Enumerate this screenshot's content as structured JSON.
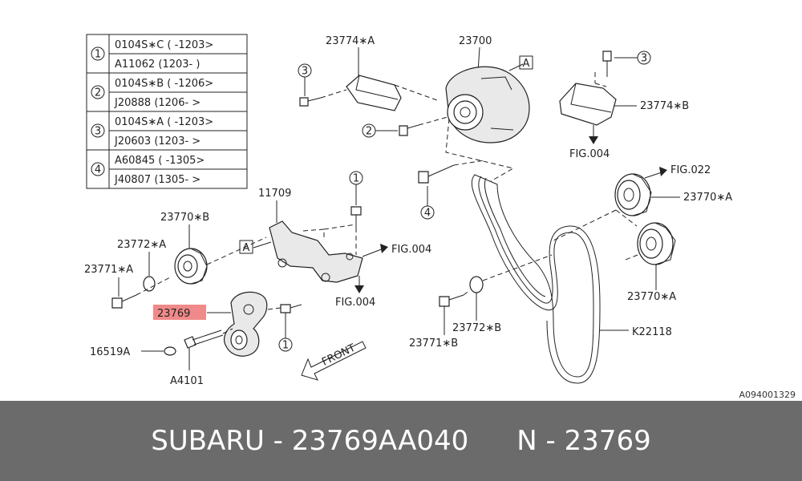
{
  "table": {
    "rows": [
      {
        "num": "1",
        "a": "0104S∗C ( -1203>",
        "b": "A11062  (1203- )"
      },
      {
        "num": "2",
        "a": "0104S∗B ( -1206>",
        "b": "J20888  (1206- >"
      },
      {
        "num": "3",
        "a": "0104S∗A ( -1203>",
        "b": "J20603  (1203- >"
      },
      {
        "num": "4",
        "a": "A60845  ( -1305>",
        "b": "J40807  (1305- >"
      }
    ]
  },
  "labels": {
    "p23774a": "23774∗A",
    "p23700": "23700",
    "boxA1": "A",
    "c3a": "3",
    "c2": "2",
    "c3b": "3",
    "p23774b": "23774∗B",
    "fig004a": "FIG.004",
    "fig022": "FIG.022",
    "p11709": "11709",
    "c1a": "1",
    "c4": "4",
    "p23770b": "23770∗B",
    "p23772a": "23772∗A",
    "p23771a": "23771∗A",
    "boxA2": "A",
    "fig004b": "FIG.004",
    "fig004c": "FIG.004",
    "p23769": "23769",
    "p16519a": "16519A",
    "a4101": "A4101",
    "c1b": "1",
    "front": "FRONT",
    "p23770a1": "23770∗A",
    "p23770a2": "23770∗A",
    "p23772b": "23772∗B",
    "p23771b": "23771∗B",
    "k22118": "K22118",
    "code": "A094001329"
  },
  "footer": {
    "left": "SUBARU - 23769AA040",
    "right": "N - 23769"
  },
  "colors": {
    "highlight": "#f08a8a",
    "footer_bg": "#6b6b6b"
  }
}
